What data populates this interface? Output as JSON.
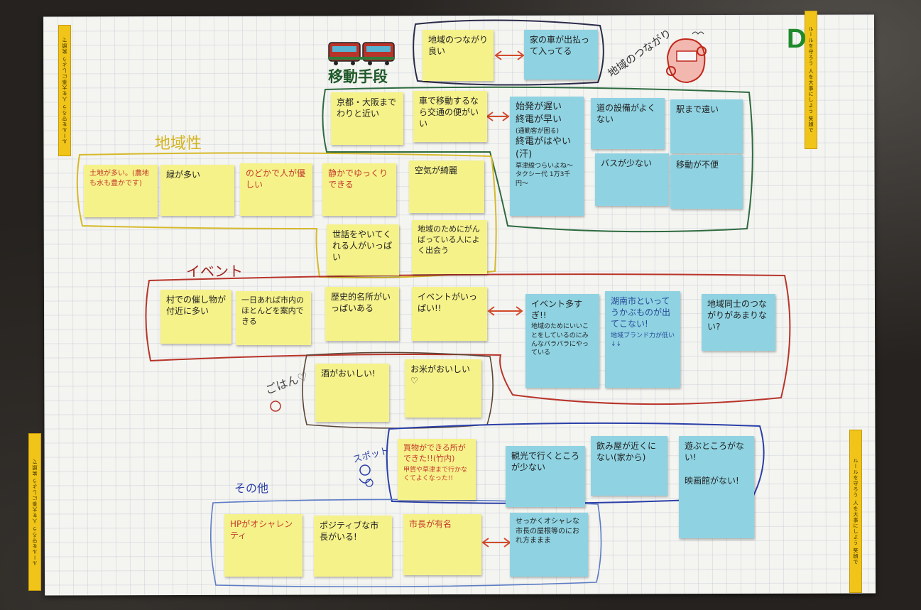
{
  "board": {
    "group_letter": "D",
    "tape_text": "ルールを守ろう 人を大事にしよう 笑顔で"
  },
  "categories": {
    "idou": "移動手段",
    "chiikisei": "地域性",
    "event": "イベント",
    "gohan": "ごはん♡",
    "spot": "スポット",
    "sonota": "その他",
    "tsunagari": "地域のつながり"
  },
  "transport": {
    "top_yellow": "地域のつながり良い",
    "top_blue": "家の車が出払って入ってる",
    "yellow": [
      "京都・大阪までわりと近い",
      "車で移動するなら交通の便がいい"
    ],
    "blue_main": {
      "line1": "始発が遅い",
      "line2": "終電が早い",
      "line2_sub": "(通勤客が困る)",
      "line3": "終電がはやい(汗)",
      "line3_sub": "草津線つらいよね〜 タクシー代 1万3千円〜"
    },
    "blue_others": [
      "道の設備がよくない",
      "駅まで遠い",
      "バスが少ない",
      "移動が不便"
    ]
  },
  "locality": {
    "row1": [
      "土地が多い。(農地も水も豊かです)",
      "緑が多い",
      "のどかで人が優しい",
      "静かでゆっくりできる",
      "空気が綺麗"
    ],
    "row2": [
      "世話をやいてくれる人がいっぱい",
      "地域のためにがんばっている人によく出会う"
    ]
  },
  "events": {
    "yellow": [
      "村での催し物が付近に多い",
      "一日あれば市内のほとんどを案内できる",
      "歴史的名所がいっぱいある",
      "イベントがいっぱい!!"
    ],
    "blue1": {
      "main": "イベント多すぎ!!",
      "sub": "地域のためにいいことをしているのにみんなバラバラにやっている"
    },
    "blue2": {
      "main": "湖南市といってうかぶものが出てこない!",
      "sub": "地域ブランド力が低い↓↓"
    },
    "blue3": "地域同士のつながりがあまりない?"
  },
  "food": [
    "酒がおいしい!",
    "お米がおいしい♡"
  ],
  "spots": {
    "yellow": {
      "main": "買物ができる所ができた!!(竹内)",
      "sub": "甲賀や草津まで行かなくてよくなった!!"
    },
    "blue": [
      "観光で行くところが少ない",
      "飲み屋が近くにない(家から)"
    ],
    "blue_big": {
      "main": "遊ぶところがない!",
      "sub": "映画館がない!"
    }
  },
  "other": {
    "yellow": [
      "HPがオシャレンティ",
      "ポジティブな市長がいる!",
      "市長が有名"
    ],
    "blue": "せっかくオシャレな市長の屋根等のにおれ方ままま"
  },
  "colors": {
    "yellow_note": "#f6f28a",
    "blue_note": "#8fd3e2",
    "outline_navy": "#2b2b4a",
    "outline_green": "#2e6b3f",
    "outline_yellow": "#d6b92a",
    "outline_red": "#b8342a",
    "outline_brown": "#5a4437",
    "outline_blue": "#2a3fa8",
    "outline_lightblue": "#5c7cc4",
    "arrow_red": "#d24a2b",
    "title_yellow": "#d3b41f",
    "title_red": "#a0211b",
    "title_green": "#1f8a2c"
  },
  "icons": [
    "train-icon",
    "car-icon",
    "bow-icon"
  ]
}
